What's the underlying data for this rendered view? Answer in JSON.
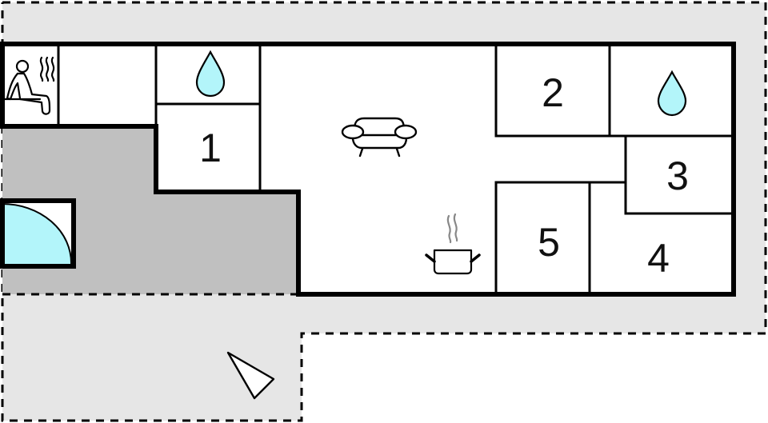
{
  "diagram": {
    "type": "floor-plan",
    "colors": {
      "outdoor_area": "#e6e6e6",
      "terrace": "#c0c0c0",
      "interior": "#ffffff",
      "walls": "#000000",
      "water": "#b3f5fa",
      "line": "#111111"
    },
    "rooms": [
      {
        "id": "sauna",
        "label": "",
        "icon": "sauna-icon"
      },
      {
        "id": "utility",
        "label": "",
        "icon": ""
      },
      {
        "id": "bathroom-1",
        "label": "",
        "icon": "water-drop-icon"
      },
      {
        "id": "bedroom-1",
        "label": "1",
        "icon": ""
      },
      {
        "id": "living-kitchen",
        "label": "",
        "icons": [
          "sofa-icon",
          "cooking-pot-icon"
        ]
      },
      {
        "id": "bedroom-2",
        "label": "2",
        "icon": ""
      },
      {
        "id": "bathroom-2",
        "label": "",
        "icon": "water-drop-icon"
      },
      {
        "id": "bedroom-3",
        "label": "3",
        "icon": ""
      },
      {
        "id": "bedroom-4",
        "label": "4",
        "icon": ""
      },
      {
        "id": "bedroom-5",
        "label": "5",
        "icon": ""
      }
    ],
    "outdoor": {
      "terrace": {
        "label": "",
        "feature": "pool-icon"
      },
      "plot": {
        "label": "",
        "feature": "north-arrow-icon"
      }
    }
  }
}
